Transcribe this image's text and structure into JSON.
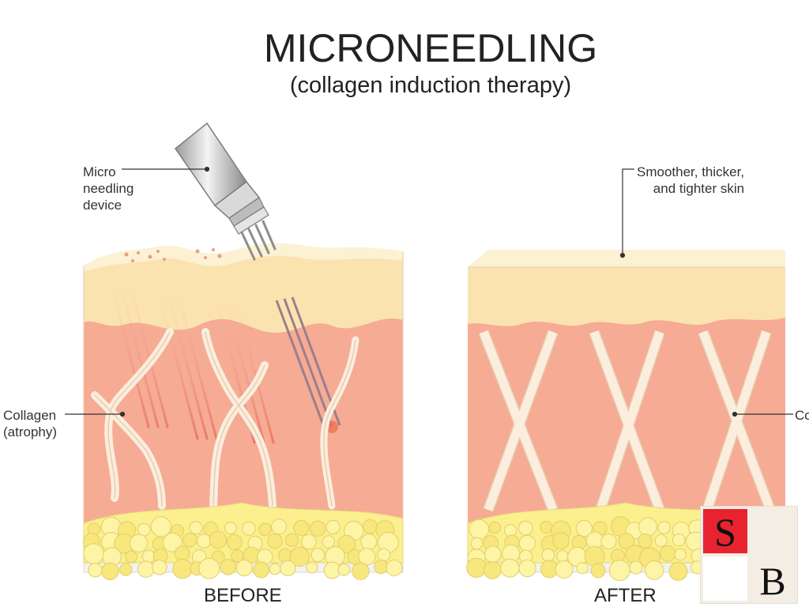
{
  "title": "MICRONEEDLING",
  "subtitle": "(collagen induction therapy)",
  "labels": {
    "device_line1": "Micro",
    "device_line2": "needling",
    "device_line3": "device",
    "collagen_before_line1": "Collagen",
    "collagen_before_line2": "(atrophy)",
    "skin_after_line1": "Smoother, thicker,",
    "skin_after_line2": "and tighter skin",
    "collagen_after_partial": "Co"
  },
  "captions": {
    "before": "BEFORE",
    "after": "AFTER"
  },
  "logo": {
    "letter_top": "S",
    "letter_bottom": "B",
    "accent_color": "#e8232f",
    "bg_color": "#f3ede3"
  },
  "colors": {
    "epidermis": "#fbe3b0",
    "dermis": "#f6ab95",
    "fat": "#fbef8e",
    "collagen": "#fbeedd",
    "needle_marks": "#ee5a4e"
  }
}
